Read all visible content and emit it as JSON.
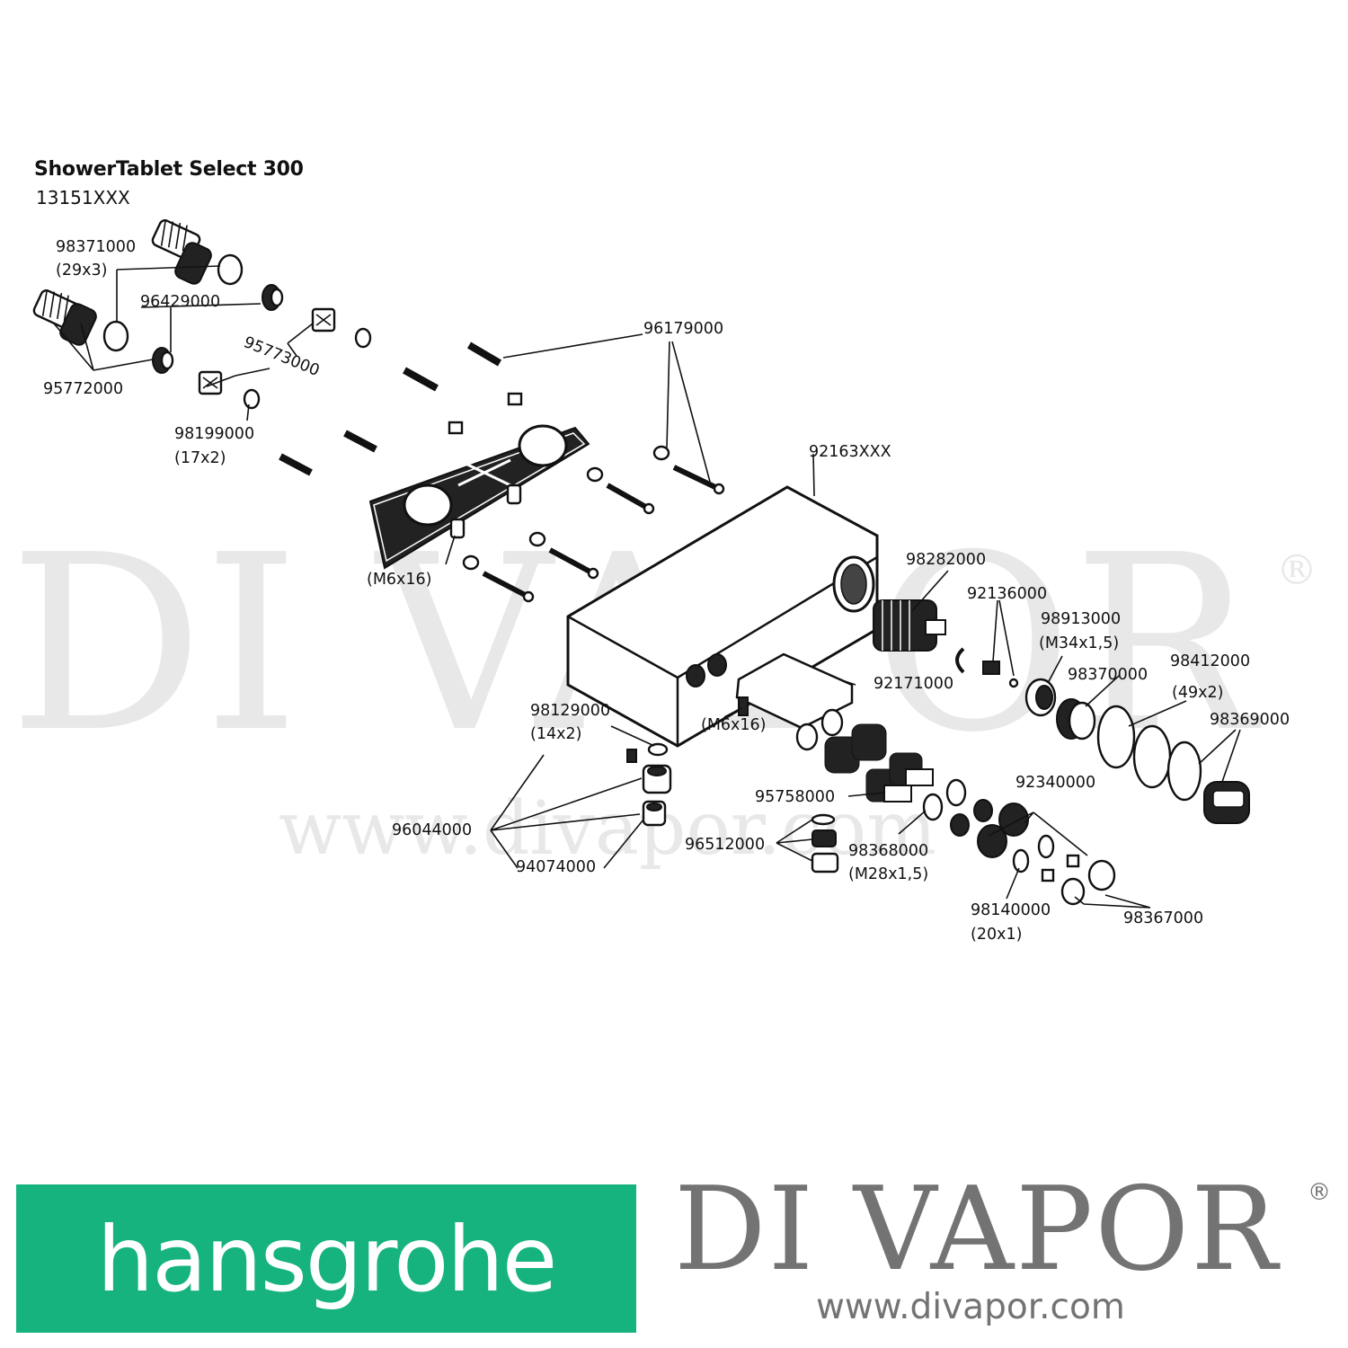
{
  "header": {
    "title": "ShowerTablet Select 300",
    "model": "13151XXX"
  },
  "watermark": {
    "big": "DI VAPOR",
    "reg": "®",
    "url": "www.divapor.com"
  },
  "labels": {
    "p98371000": "98371000",
    "p98371000_dim": "(29x3)",
    "p96429000": "96429000",
    "p95773000": "95773000",
    "p95772000": "95772000",
    "p98199000": "98199000",
    "p98199000_dim": "(17x2)",
    "p96179000": "96179000",
    "p92163xxx": "92163XXX",
    "m6x16_a": "(M6x16)",
    "p98282000": "98282000",
    "p92136000": "92136000",
    "p98913000": "98913000",
    "p98913000_dim": "(M34x1,5)",
    "p92171000": "92171000",
    "p98370000": "98370000",
    "p98412000": "98412000",
    "p98412000_dim": "(49x2)",
    "p98369000": "98369000",
    "p98129000": "98129000",
    "p98129000_dim": "(14x2)",
    "m6x16_b": "(M6x16)",
    "p95758000": "95758000",
    "p92340000": "92340000",
    "p96044000": "96044000",
    "p96512000": "96512000",
    "p98368000": "98368000",
    "p98368000_dim": "(M28x1,5)",
    "p94074000": "94074000",
    "p98140000": "98140000",
    "p98140000_dim": "(20x1)",
    "p98367000": "98367000"
  },
  "footer": {
    "brand": "hansgrohe",
    "brand_color": "#16b37f",
    "shop": "DI VAPOR",
    "shop_reg": "®",
    "shop_url": "www.divapor.com",
    "shop_color": "#737373"
  }
}
